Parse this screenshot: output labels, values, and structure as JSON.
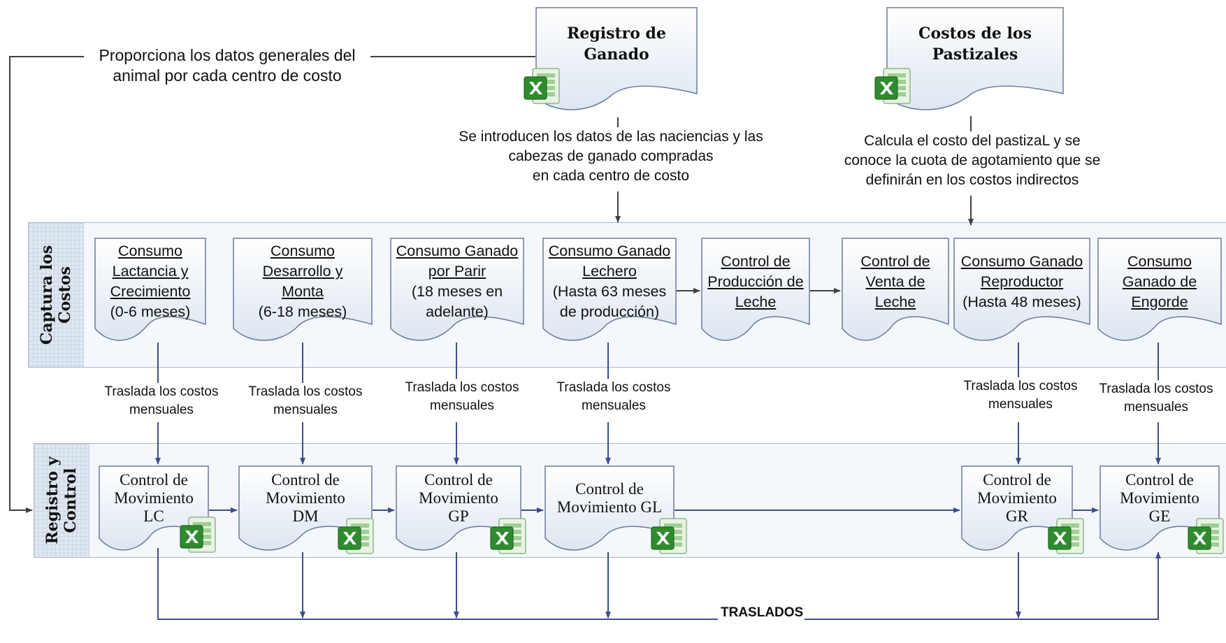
{
  "lanes": {
    "captura": "Captura los Costos",
    "registro": "Registro y Control"
  },
  "top_docs": {
    "registro_ganado": [
      "Registro de",
      "Ganado"
    ],
    "costos_pastizales": [
      "Costos de los",
      "Pastizales"
    ]
  },
  "notes": {
    "proporciona": [
      "Proporciona los datos generales del",
      "animal por cada centro de costo"
    ],
    "introducen": [
      "Se introducen los datos de las naciencias y las",
      "cabezas de ganado compradas",
      "en cada centro de costo"
    ],
    "calcula": [
      "Calcula el costo del pastizaL y se",
      "conoce la cuota de agotamiento que se",
      "definirán en los costos indirectos"
    ]
  },
  "capture_docs": [
    {
      "lines": [
        "Consumo",
        "Lactancia y",
        "Crecimiento"
      ],
      "sub": [
        "(0-6 meses)"
      ]
    },
    {
      "lines": [
        "Consumo",
        "Desarrollo y",
        "Monta"
      ],
      "sub": [
        "(6-18 meses)"
      ]
    },
    {
      "lines": [
        "Consumo Ganado",
        "por Parir"
      ],
      "sub": [
        "(18 meses en",
        "adelante)"
      ]
    },
    {
      "lines": [
        "Consumo Ganado",
        "Lechero"
      ],
      "sub": [
        "(Hasta 63 meses",
        "de producción)"
      ]
    },
    {
      "lines": [
        "Control de",
        "Producción de",
        "Leche"
      ],
      "sub": []
    },
    {
      "lines": [
        "Control de",
        "Venta de",
        "Leche"
      ],
      "sub": []
    },
    {
      "lines": [
        "Consumo Ganado",
        "Reproductor"
      ],
      "sub": [
        "(Hasta 48 meses)"
      ]
    },
    {
      "lines": [
        "Consumo",
        "Ganado de",
        "Engorde"
      ],
      "sub": []
    }
  ],
  "control_docs": [
    [
      "Control de",
      "Movimiento",
      "LC"
    ],
    [
      "Control de",
      "Movimiento",
      "DM"
    ],
    [
      "Control de",
      "Movimiento",
      "GP"
    ],
    [
      "Control de",
      "Movimiento GL"
    ],
    [
      "Control de",
      "Movimiento",
      "GR"
    ],
    [
      "Control de",
      "Movimiento",
      "GE"
    ]
  ],
  "traslada_label": [
    "Traslada los costos",
    "mensuales"
  ],
  "traslados_label": "TRASLADOS",
  "icon": "excel-icon",
  "colors": {
    "connector": "#3d4f8a",
    "wire": "#404040",
    "doc_border": "#6b7b99",
    "doc_fill_top": "#ffffff",
    "doc_fill_bottom": "#dde6f1",
    "excel_green": "#2e8b2e"
  }
}
